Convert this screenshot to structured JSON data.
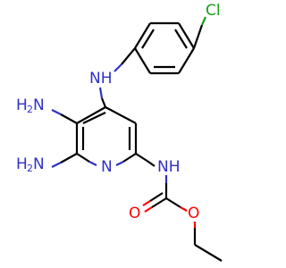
{
  "molecule": {
    "atoms": {
      "cl": {
        "text": "Cl",
        "color": "#1aa01a"
      },
      "nh_aryl": {
        "text": "NH",
        "color": "#3030c8"
      },
      "nh2_upper": {
        "text": "H",
        "sub": "2",
        "n": "N",
        "color": "#3030c8"
      },
      "nh2_lower": {
        "text": "H",
        "sub": "2",
        "n": "N",
        "color": "#3030c8"
      },
      "n_ring": {
        "text": "N",
        "color": "#3030c8"
      },
      "nh_carbamate": {
        "text": "NH",
        "color": "#3030c8"
      },
      "o_carbonyl": {
        "text": "O",
        "color": "#ff0000"
      },
      "o_ester": {
        "text": "O",
        "color": "#ff0000"
      }
    }
  }
}
